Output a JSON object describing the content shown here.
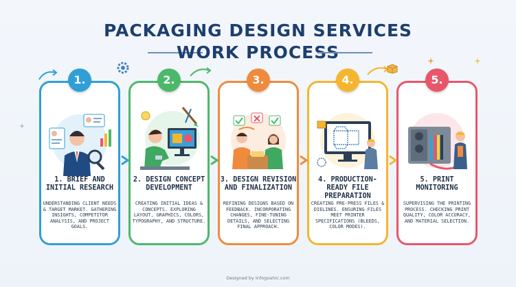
{
  "title": {
    "line1": "PACKAGING DESIGN SERVICES",
    "line2": "WORK PROCESS"
  },
  "colors": {
    "step1": "#2f9fd6",
    "step2": "#4cb86a",
    "step3": "#f08a3c",
    "step4": "#f5b52e",
    "step5": "#e8566a",
    "title": "#1d3f6e"
  },
  "steps": [
    {
      "number": "1.",
      "title": "1. BRIEF AND INITIAL RESEARCH",
      "description": "UNDERSTANDING CLIENT NEEDS & TARGET MARKET. GATHERING INSIGHTS, COMPETITOR ANALYSIS, AND PROJECT GOALS.",
      "icon": "consultant-with-magnifier-icon"
    },
    {
      "number": "2.",
      "title": "2. DESIGN CONCEPT DEVELOPMENT",
      "description": "CREATING INITIAL IDEAS & CONCEPTS. EXPLORING LAYOUT, GRAPHICS, COLORS, TYPOGRAPHY, AND STRUCTURE.",
      "icon": "designer-at-monitor-icon"
    },
    {
      "number": "3.",
      "title": "3. DESIGN REVISION AND FINALIZATION",
      "description": "REFINING DESIGNS BASED ON FEEDBACK. INCORPORATING CHANGES, FINE-TUNING DETAILS, AND SELECTING FINAL APPROACH.",
      "icon": "team-review-icon"
    },
    {
      "number": "4.",
      "title": "4. PRODUCTION-READY FILE PREPARATION",
      "description": "CREATING PRE-PRESS FILES & DIELINES. ENSURING FILES MEET PRINTER SPECIFICATIONS (BLEEDS, COLOR MODES).",
      "icon": "dieline-monitor-icon"
    },
    {
      "number": "5.",
      "title": "5. PRINT MONITORING",
      "description": "SUPERVISING THE PRINTING PROCESS. CHECKING PRINT QUALITY, COLOR ACCURACY, AND MATERIAL SELECTION.",
      "icon": "printing-press-icon"
    }
  ],
  "footer": "Designed by Infogoahic.com"
}
